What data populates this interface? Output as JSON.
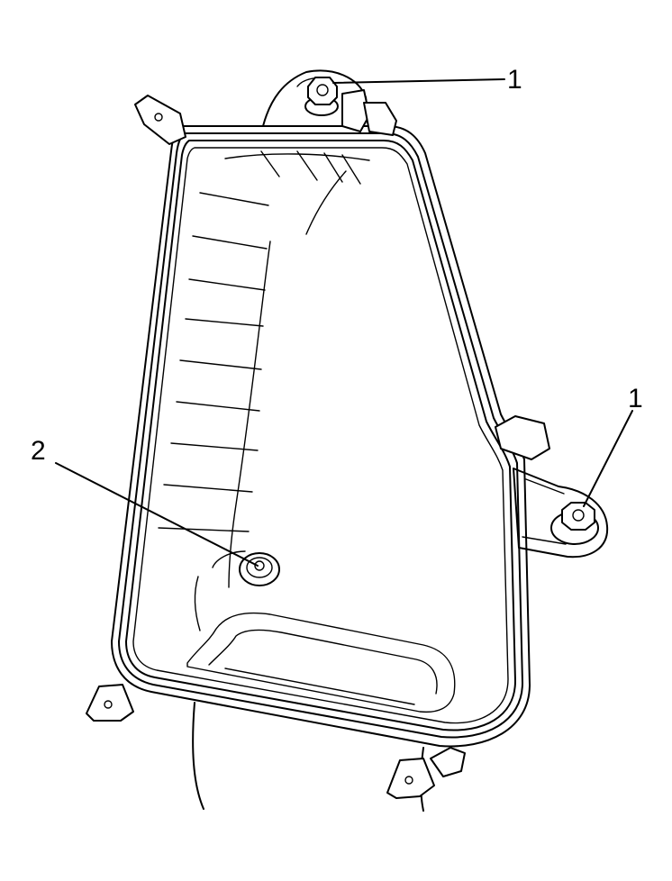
{
  "callouts": [
    {
      "id": "top-fastener",
      "label": "1"
    },
    {
      "id": "right-fastener",
      "label": "1"
    },
    {
      "id": "lower-fastener",
      "label": "2"
    }
  ],
  "colors": {
    "line": "#000000",
    "background": "#ffffff"
  }
}
